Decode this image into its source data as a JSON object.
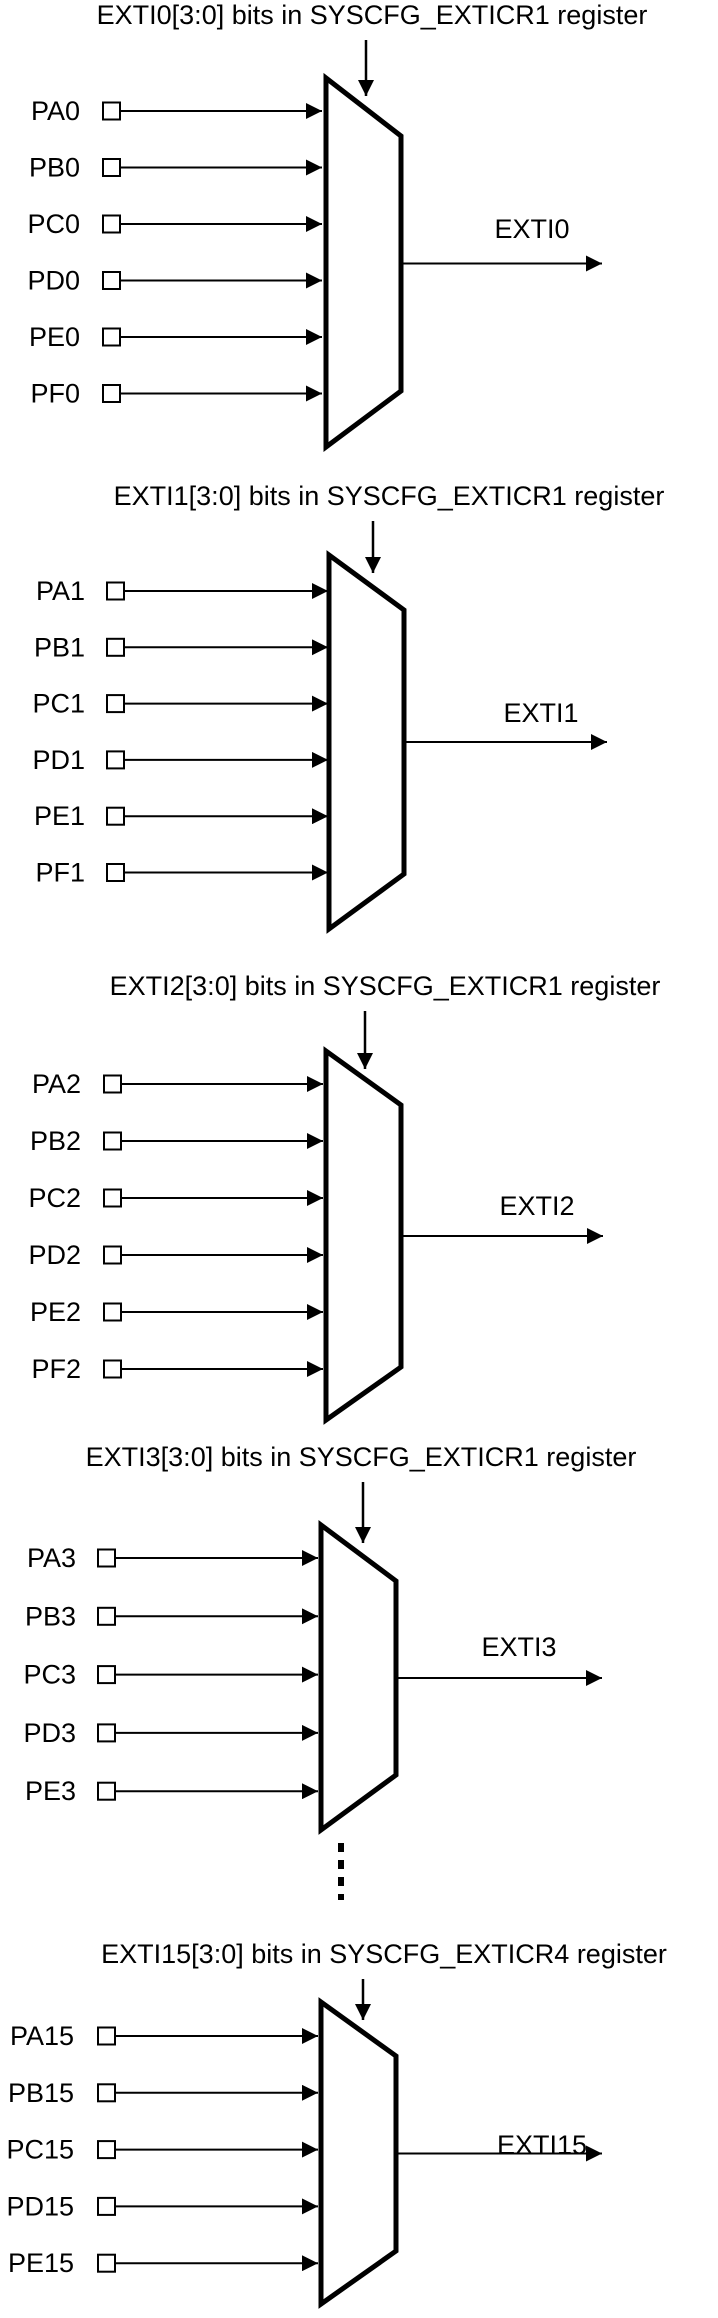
{
  "diagram": {
    "colors": {
      "stroke": "#000000",
      "background": "#ffffff"
    },
    "groups": [
      {
        "title": "EXTI0[3:0] bits in SYSCFG_EXTICR1 register",
        "inputs": [
          "PA0",
          "PB0",
          "PC0",
          "PD0",
          "PE0",
          "PF0"
        ],
        "output": "EXTI0"
      },
      {
        "title": "EXTI1[3:0] bits in SYSCFG_EXTICR1 register",
        "inputs": [
          "PA1",
          "PB1",
          "PC1",
          "PD1",
          "PE1",
          "PF1"
        ],
        "output": "EXTI1"
      },
      {
        "title": "EXTI2[3:0] bits in SYSCFG_EXTICR1 register",
        "inputs": [
          "PA2",
          "PB2",
          "PC2",
          "PD2",
          "PE2",
          "PF2"
        ],
        "output": "EXTI2"
      },
      {
        "title": "EXTI3[3:0] bits in SYSCFG_EXTICR1 register",
        "inputs": [
          "PA3",
          "PB3",
          "PC3",
          "PD3",
          "PE3"
        ],
        "output": "EXTI3"
      },
      {
        "title": "EXTI15[3:0] bits in SYSCFG_EXTICR4 register",
        "inputs": [
          "PA15",
          "PB15",
          "PC15",
          "PD15",
          "PE15"
        ],
        "output": "EXTI15"
      }
    ]
  }
}
